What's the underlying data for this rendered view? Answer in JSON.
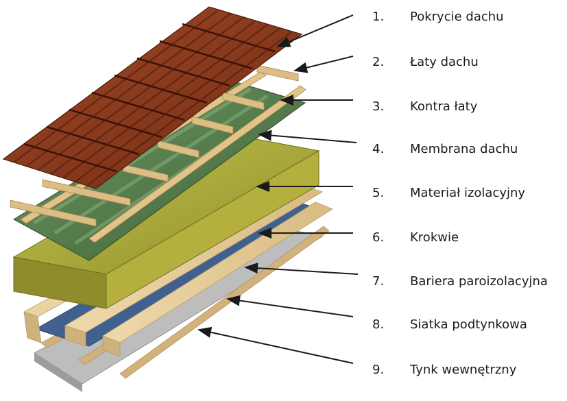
{
  "legend": [
    {
      "number": "1.",
      "label": "Pokrycie dachu"
    },
    {
      "number": "2.",
      "label": "Łaty dachu"
    },
    {
      "number": "3.",
      "label": "Kontra łaty"
    },
    {
      "number": "4.",
      "label": "Membrana dachu"
    },
    {
      "number": "5.",
      "label": "Materiał izolacyjny"
    },
    {
      "number": "6.",
      "label": "Krokwie"
    },
    {
      "number": "7.",
      "label": "Bariera paroizolacyjna"
    },
    {
      "number": "8.",
      "label": "Siatka podtynkowa"
    },
    {
      "number": "9.",
      "label": "Tynk wewnętrzny"
    }
  ],
  "colors": {
    "roof_tiles": "#8b3a1e",
    "battens": "#d9b779",
    "membrane": "#4f7a48",
    "insulation": "#a8a83c",
    "rafters": "#e6cfa0",
    "vapor_barrier": "#3e5a8c",
    "plaster_mesh": "#c9a978",
    "plaster": "#b3b3b3",
    "arrow": "#1a1a1a"
  }
}
